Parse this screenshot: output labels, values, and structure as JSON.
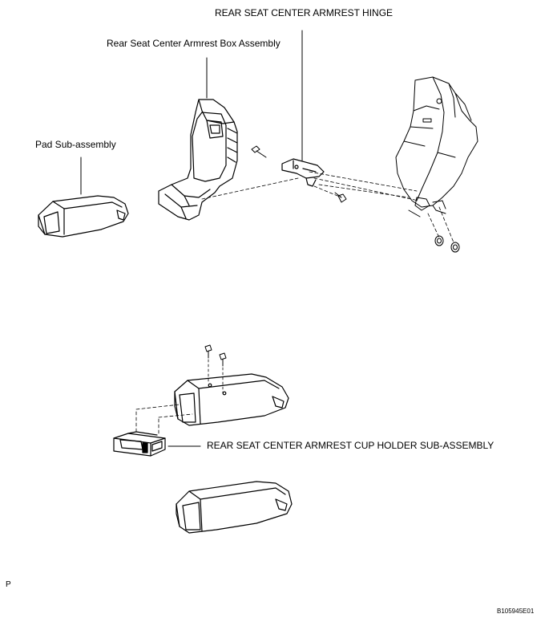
{
  "labels": {
    "hinge": "REAR SEAT CENTER ARMREST HINGE",
    "box_assembly": "Rear Seat Center Armrest Box Assembly",
    "pad": "Pad Sub-assembly",
    "cup_holder": "REAR SEAT CENTER ARMREST CUP HOLDER SUB-ASSEMBLY",
    "corner_mark": "P",
    "figure_code": "B105945E01"
  },
  "colors": {
    "line": "#000000",
    "background": "#ffffff"
  }
}
